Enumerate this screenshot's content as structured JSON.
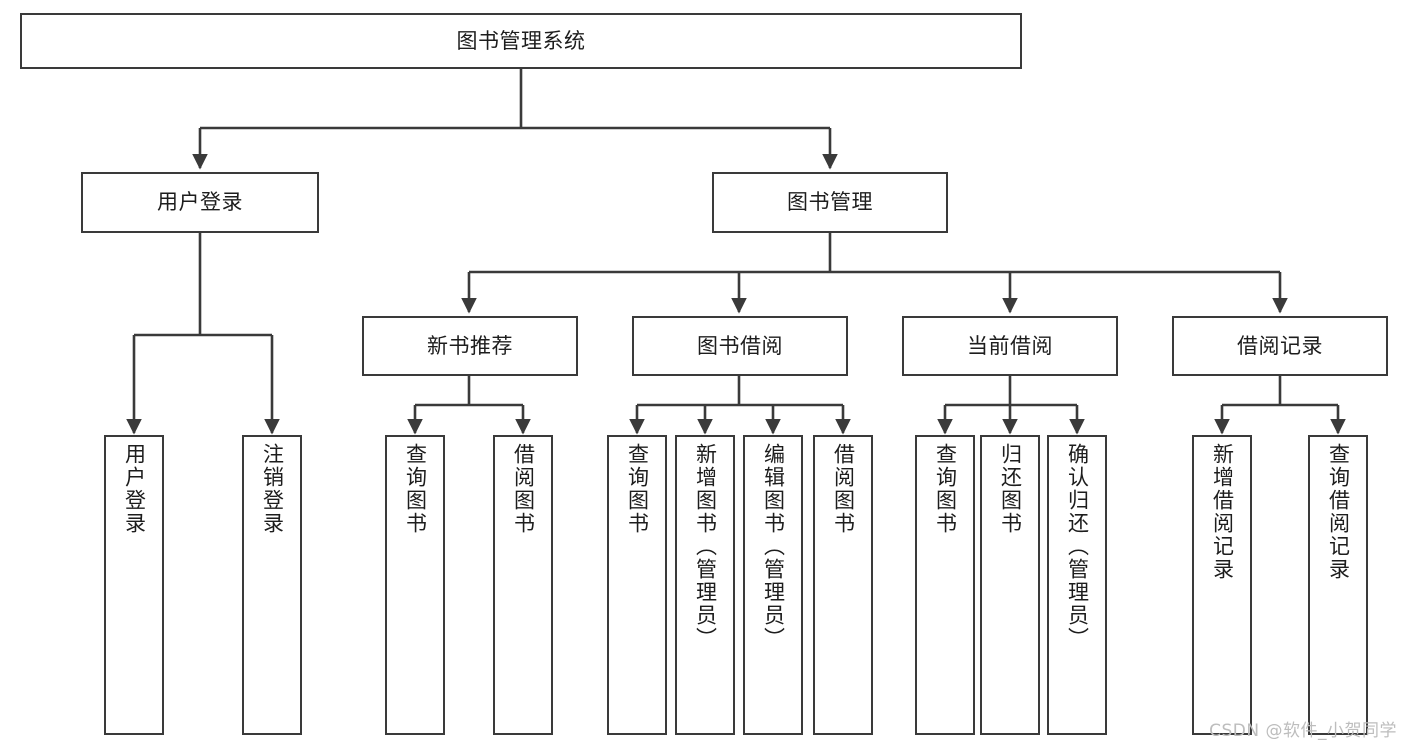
{
  "diagram": {
    "title": "图书管理系统",
    "type": "tree-hierarchy",
    "orientation": "top-down",
    "watermark": "CSDN @软件_小贺同学",
    "colors": {
      "box_border": "#3a3a3a",
      "box_fill": "#ffffff",
      "connector": "#3a3a3a",
      "text": "#1d1d1d",
      "watermark": "#bdbdbd"
    },
    "nodes": {
      "root": "图书管理系统",
      "level2": {
        "user_login": "用户登录",
        "book_manage": "图书管理"
      },
      "level3": {
        "new_book_rec": "新书推荐",
        "book_borrow": "图书借阅",
        "current_borrow": "当前借阅",
        "borrow_record": "借阅记录"
      },
      "leaves": {
        "user_login_1": "用户登录",
        "user_login_2": "注销登录",
        "new_book_rec_1": "查询图书",
        "new_book_rec_2": "借阅图书",
        "book_borrow_1": "查询图书",
        "book_borrow_2": "新增图书（管理员）",
        "book_borrow_3": "编辑图书（管理员）",
        "book_borrow_4": "借阅图书",
        "current_borrow_1": "查询图书",
        "current_borrow_2": "归还图书",
        "current_borrow_3": "确认归还（管理员）",
        "borrow_record_1": "新增借阅记录",
        "borrow_record_2": "查询借阅记录"
      }
    }
  }
}
